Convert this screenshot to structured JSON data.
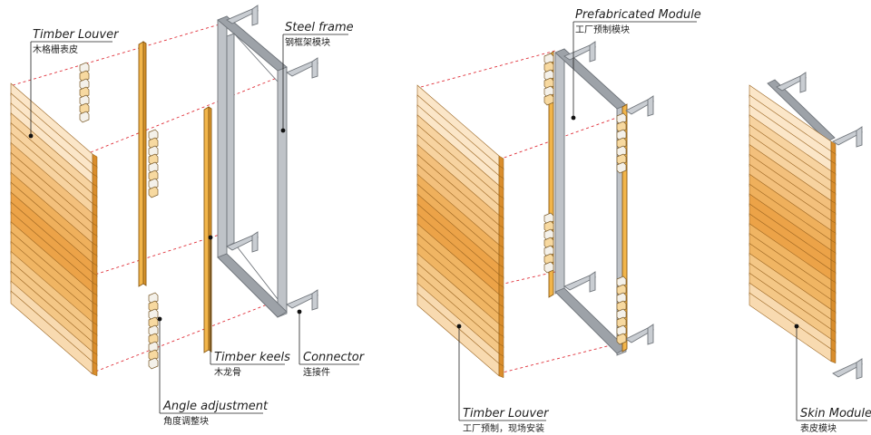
{
  "labels": {
    "timber_louver_left": {
      "en": "Timber Louver",
      "zh": "木格栅表皮"
    },
    "steel_frame": {
      "en": "Steel frame",
      "zh": "钢框架模块"
    },
    "timber_keels": {
      "en": "Timber keels",
      "zh": "木龙骨"
    },
    "connector": {
      "en": "Connector",
      "zh": "连接件"
    },
    "angle_adjustment": {
      "en": "Angle adjustment",
      "zh": "角度调整块"
    },
    "prefabricated_module": {
      "en": "Prefabricated Module",
      "zh": "工厂预制模块"
    },
    "timber_louver_mid": {
      "en": "Timber Louver",
      "zh": "工厂预制，现场安装"
    },
    "skin_module": {
      "en": "Skin Module",
      "zh": "表皮模块"
    }
  },
  "colors": {
    "dashed_guides": "#e0303a",
    "timber_light": "#f9dcb0",
    "timber_mid": "#f0b766",
    "timber_dark": "#e39a3a",
    "steel": "#bfc3c8",
    "keel": "#f2b54a"
  },
  "icons": {
    "leader_dot": "dot-marker"
  }
}
